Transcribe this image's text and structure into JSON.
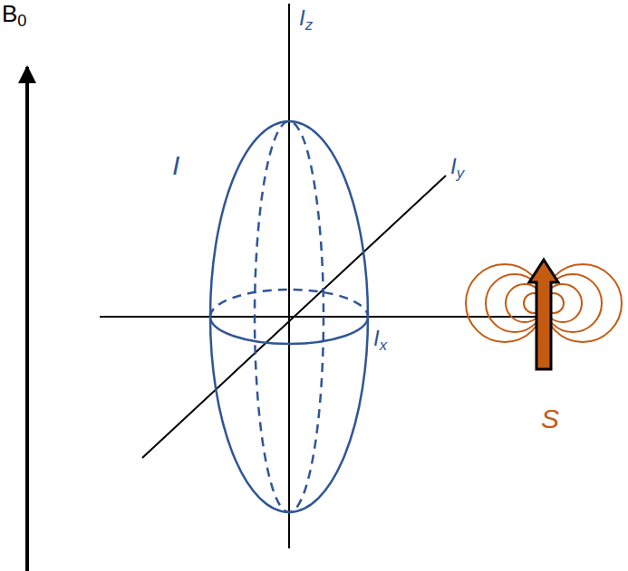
{
  "diagram": {
    "labels": [
      "B0",
      "I",
      "Iz",
      "Iy",
      "Ix",
      "S"
    ]
  }
}
